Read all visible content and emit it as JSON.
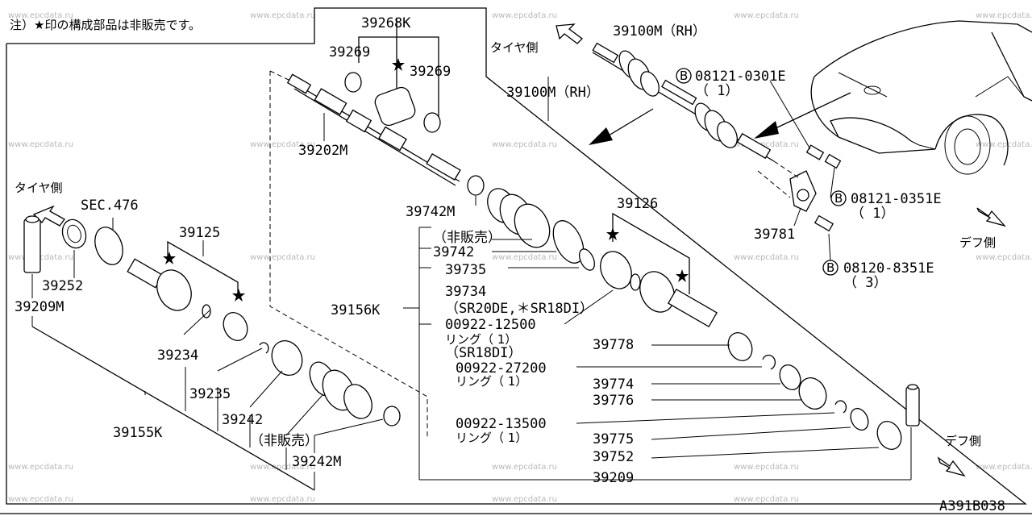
{
  "note": "注）★印の構成部品は非販売です。",
  "diagram_code": "A391B038",
  "watermark": "www.epcdata.ru",
  "directions": {
    "tire_side": "タイヤ側",
    "diff_side": "デフ側"
  },
  "parts": {
    "p39268K": "39268K",
    "p39269a": "39269",
    "p39269b": "39269",
    "p39100M_1": "39100M（RH）",
    "p39100M_2": "39100M（RH）",
    "p39202M": "39202M",
    "p39742M": "39742M",
    "p39126": "39126",
    "bolt1_code": "08121-0301E",
    "bolt1_qty": "（ 1）",
    "bolt2_code": "08121-0351E",
    "bolt2_qty": "（ 1）",
    "bolt3_code": "08120-8351E",
    "bolt3_qty": "（ 3）",
    "bolt_marker": "B",
    "p39781": "39781",
    "sec476": "SEC.476",
    "p39125": "39125",
    "p39252": "39252",
    "p39209M": "39209M",
    "not_sold_a": "（非販売）",
    "p39742": "39742",
    "p39735": "39735",
    "p39734": "39734",
    "p39734_note": "（SR20DE,＊SR18DI）",
    "p39156K": "39156K",
    "p00922_12500": "00922-12500",
    "ring_a": "リング（ 1）",
    "sr18di": "（SR18DI）",
    "p39778": "39778",
    "p39234": "39234",
    "p00922_27200": "00922-27200",
    "ring_b": "リング（ 1）",
    "p39774": "39774",
    "p39235": "39235",
    "p39776": "39776",
    "p39242": "39242",
    "p39155K": "39155K",
    "p00922_13500": "00922-13500",
    "ring_c": "リング（ 1）",
    "not_sold_b": "（非販売）",
    "p39775": "39775",
    "p39242M": "39242M",
    "p39752": "39752",
    "p39209": "39209"
  }
}
